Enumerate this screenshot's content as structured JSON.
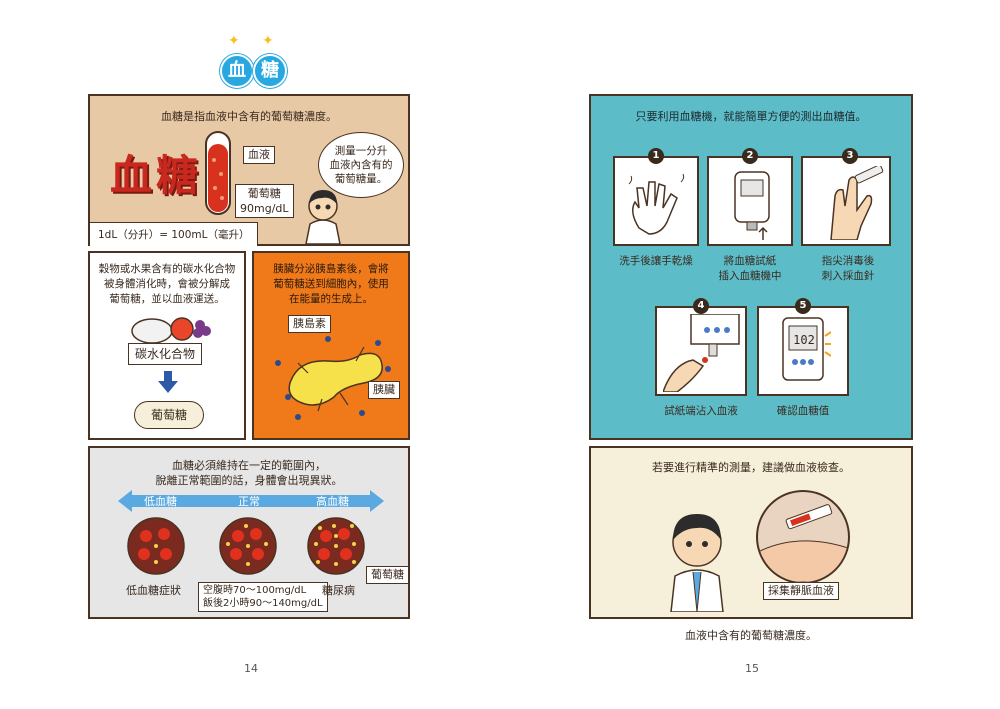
{
  "left_page": {
    "title_chars": [
      "血",
      "糖"
    ],
    "panel1": {
      "caption": "血糖是指血液中含有的葡萄糖濃度。",
      "big_word": "血糖",
      "label_blood": "血液",
      "label_glucose": "葡萄糖",
      "label_glucose_value": "90mg/dL",
      "speech": [
        "測量一分升",
        "血液內含有的",
        "葡萄糖量。"
      ],
      "unit_note": "1dL（分升）= 100mL（毫升）"
    },
    "panel2": {
      "text": [
        "穀物或水果含有的碳水化合物",
        "被身體消化時，會被分解成",
        "葡萄糖，並以血液運送。"
      ],
      "label_carbs": "碳水化合物",
      "label_glucose": "葡萄糖"
    },
    "panel3": {
      "text": [
        "胰臟分泌胰島素後，會將",
        "葡萄糖送到細胞內，使用",
        "在能量的生成上。"
      ],
      "label_insulin": "胰島素",
      "label_pancreas": "胰臟"
    },
    "panel4": {
      "text": [
        "血糖必須維持在一定的範圍內，",
        "脫離正常範圍的話，身體會出現異狀。"
      ],
      "range_low": "低血糖",
      "range_normal": "正常",
      "range_high": "高血糖",
      "label_hypo": "低血糖症狀",
      "normal_line1": "空腹時70～100mg/dL",
      "normal_line2": "飯後2小時90～140mg/dL",
      "label_diabetes": "糖尿病",
      "label_glucose": "葡萄糖"
    },
    "page_number": "14"
  },
  "right_page": {
    "panel1": {
      "caption": "只要利用血糖機，就能簡單方便的測出血糖值。",
      "steps": [
        {
          "num": "1",
          "label": [
            "洗手後讓手乾燥"
          ]
        },
        {
          "num": "2",
          "label": [
            "將血糖試紙",
            "插入血糖機中"
          ]
        },
        {
          "num": "3",
          "label": [
            "指尖消毒後",
            "刺入採血針"
          ]
        },
        {
          "num": "4",
          "label": [
            "試紙端沾入血液"
          ]
        },
        {
          "num": "5",
          "label": [
            "確認血糖值"
          ]
        }
      ],
      "meter_value": "102"
    },
    "panel2": {
      "caption": "若要進行精準的測量，建議做血液檢查。",
      "label_vein": "採集靜脈血液"
    },
    "footer_caption": "血液中含有的葡萄糖濃度。",
    "page_number": "15"
  },
  "colors": {
    "tan": "#e8c9a6",
    "orange": "#f07a1a",
    "teal": "#5cbcc8",
    "cream": "#f6efd9",
    "grey": "#e6e6e6",
    "title_blue": "#28a8e0",
    "blood_red": "#c8281e"
  }
}
